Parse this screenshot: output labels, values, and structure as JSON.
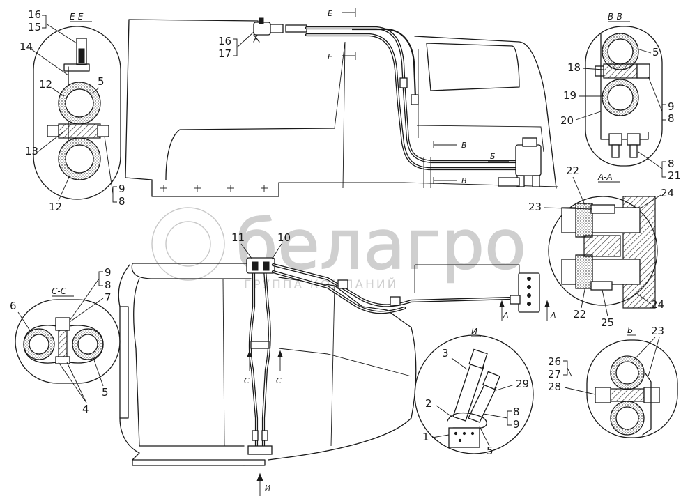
{
  "watermark": {
    "brand": "белагро",
    "tagline": "ГРУППА КОМПАНИЙ"
  },
  "sections": {
    "ee": "Е-Е",
    "vv": "В-В",
    "cc": "С-С",
    "aa": "А-А",
    "b": "Б",
    "i": "И"
  },
  "arrows": {
    "e": "Е",
    "v": "В",
    "b": "Б",
    "c": "С",
    "a": "А",
    "i": "И"
  },
  "callouts": {
    "ee": [
      "16",
      "15",
      "14",
      "12",
      "5",
      "13",
      "12",
      "9",
      "8"
    ],
    "top": [
      "16",
      "17"
    ],
    "vv": [
      "5",
      "18",
      "19",
      "20",
      "9",
      "8",
      "8",
      "21"
    ],
    "aa": [
      "22",
      "23",
      "24",
      "22",
      "25",
      "24"
    ],
    "main": [
      "11",
      "10"
    ],
    "cc": [
      "9",
      "8",
      "7",
      "6",
      "5",
      "4"
    ],
    "i": [
      "3",
      "29",
      "2",
      "8",
      "9",
      "1",
      "5"
    ],
    "b": [
      "23",
      "26",
      "27",
      "28"
    ]
  }
}
